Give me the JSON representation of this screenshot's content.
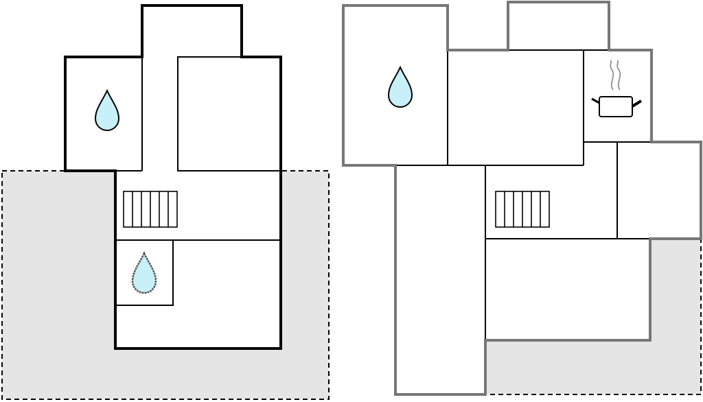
{
  "floorplans": [
    {
      "id": "left-plan",
      "rooms": [
        "bathroom",
        "room",
        "hallway",
        "bathroom",
        "room"
      ],
      "icons": [
        "water-drop-icon",
        "stairs-icon",
        "water-drop-icon"
      ],
      "terrace": true
    },
    {
      "id": "right-plan",
      "rooms": [
        "bathroom",
        "room",
        "kitchen",
        "room",
        "room",
        "room"
      ],
      "icons": [
        "water-drop-icon",
        "kitchen-pot-icon",
        "stairs-icon"
      ],
      "terrace": true
    }
  ],
  "colors": {
    "wall_outer_left": "#000000",
    "wall_outer_right": "#777777",
    "wall_inner": "#000000",
    "terrace_fill": "#e5e5e5",
    "water_fill": "#c8f0f8",
    "background": "#ffffff"
  }
}
